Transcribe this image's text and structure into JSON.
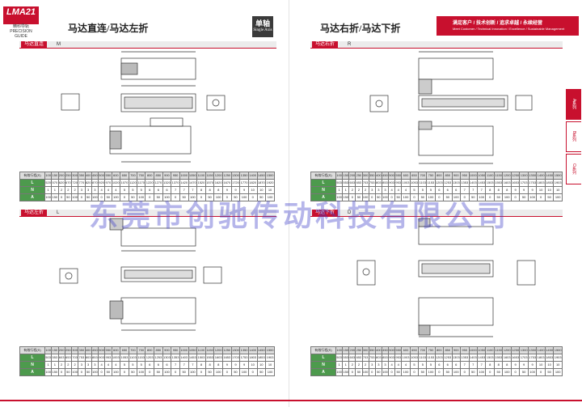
{
  "header": {
    "logo_text": "LMA21",
    "logo_sub": "精科导轨 PRECISION GUIDE",
    "left_title": "马达直连/马达左折",
    "right_title": "马达右折/马达下折",
    "axis_badge_cn": "单轴",
    "axis_badge_en": "Single Axis",
    "slogan_cn": "满足客户 / 技术创新 / 追求卓越 / 永续经营",
    "slogan_en": "Meet Customer / Technical Innovation / Excellence / Sustainable Management"
  },
  "sections": {
    "direct": {
      "label": "马达直连",
      "suffix": "M"
    },
    "left_fold": {
      "label": "马达左折",
      "suffix": "L"
    },
    "right_fold": {
      "label": "马达右折",
      "suffix": "R"
    },
    "down_fold": {
      "label": "马达下折",
      "suffix": "D"
    }
  },
  "tabs": [
    "A系列",
    "B系列",
    "C系列"
  ],
  "watermark": "东莞市创驰传动科技有限公司",
  "tables": {
    "corner_label": "有效行程(S)",
    "strokes": [
      "100",
      "150",
      "200",
      "250",
      "300",
      "350",
      "400",
      "450",
      "500",
      "550",
      "600",
      "650",
      "700",
      "750",
      "800",
      "850",
      "900",
      "950",
      "1000",
      "1050",
      "1100",
      "1150",
      "1200",
      "1250",
      "1300",
      "1350",
      "1400",
      "1450",
      "1500"
    ],
    "N_row": [
      "1",
      "1",
      "2",
      "2",
      "2",
      "3",
      "3",
      "3",
      "4",
      "4",
      "4",
      "5",
      "5",
      "5",
      "6",
      "6",
      "6",
      "7",
      "7",
      "7",
      "8",
      "8",
      "8",
      "9",
      "9",
      "9",
      "10",
      "10",
      "10"
    ],
    "A_row": [
      "100",
      "150",
      "0",
      "50",
      "100",
      "0",
      "50",
      "100",
      "0",
      "50",
      "100",
      "0",
      "50",
      "100",
      "0",
      "50",
      "100",
      "0",
      "50",
      "100",
      "0",
      "50",
      "100",
      "0",
      "50",
      "100",
      "0",
      "50",
      "100"
    ],
    "direct_L": [
      "520",
      "570",
      "620",
      "670",
      "720",
      "770",
      "820",
      "870",
      "920",
      "970",
      "1020",
      "1070",
      "1120",
      "1170",
      "1220",
      "1270",
      "1320",
      "1370",
      "1420",
      "1470",
      "1520",
      "1570",
      "1620",
      "1670",
      "1720",
      "1770",
      "1820",
      "1870",
      "1920"
    ],
    "left_L": [
      "503",
      "553",
      "603",
      "653",
      "703",
      "753",
      "803",
      "853",
      "903",
      "953",
      "1003",
      "1053",
      "1103",
      "1153",
      "1203",
      "1253",
      "1303",
      "1353",
      "1403",
      "1453",
      "1503",
      "1553",
      "1603",
      "1653",
      "1703",
      "1753",
      "1803",
      "1853",
      "1903"
    ],
    "right_L": [
      "503",
      "553",
      "603",
      "653",
      "703",
      "753",
      "803",
      "853",
      "903",
      "953",
      "1003",
      "1053",
      "1103",
      "1153",
      "1203",
      "1253",
      "1303",
      "1353",
      "1403",
      "1453",
      "1503",
      "1553",
      "1603",
      "1653",
      "1703",
      "1753",
      "1803",
      "1853",
      "1903"
    ],
    "down_L": [
      "503",
      "553",
      "603",
      "653",
      "703",
      "753",
      "803",
      "853",
      "903",
      "953",
      "1003",
      "1053",
      "1103",
      "1153",
      "1203",
      "1253",
      "1303",
      "1353",
      "1403",
      "1453",
      "1503",
      "1553",
      "1603",
      "1653",
      "1703",
      "1753",
      "1803",
      "1853",
      "1903"
    ]
  },
  "colors": {
    "brand": "#c8102e",
    "row_header": "#4d9a4d"
  }
}
